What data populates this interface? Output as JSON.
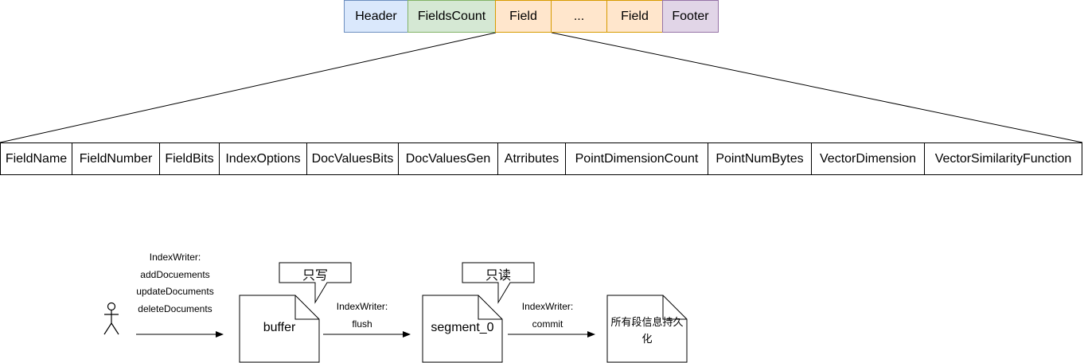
{
  "top_row": {
    "header": "Header",
    "fields_count": "FieldsCount",
    "field_1": "Field",
    "ellipsis": "...",
    "field_2": "Field",
    "footer": "Footer"
  },
  "field_row": [
    "FieldName",
    "FieldNumber",
    "FieldBits",
    "IndexOptions",
    "DocValuesBits",
    "DocValuesGen",
    "Atrributes",
    "PointDimensionCount",
    "PointNumBytes",
    "VectorDimension",
    "VectorSimilarityFunction"
  ],
  "flow": {
    "writer_ops": [
      "IndexWriter:",
      "addDocuements",
      "updateDocuments",
      "deleteDocuments"
    ],
    "buffer": "buffer",
    "buffer_callout": "只写",
    "flush_label": [
      "IndexWriter:",
      "flush"
    ],
    "segment": "segment_0",
    "segment_callout": "只读",
    "commit_label": [
      "IndexWriter:",
      "commit"
    ],
    "persist": "所有段信息持久化"
  },
  "colors": {
    "header_fill": "#dae8fc",
    "header_stroke": "#6c8ebf",
    "fieldscount_fill": "#d5e8d4",
    "fieldscount_stroke": "#82b366",
    "field_fill": "#ffe6cc",
    "field_stroke": "#d79b00",
    "footer_fill": "#e1d5e7",
    "footer_stroke": "#9673a6"
  }
}
